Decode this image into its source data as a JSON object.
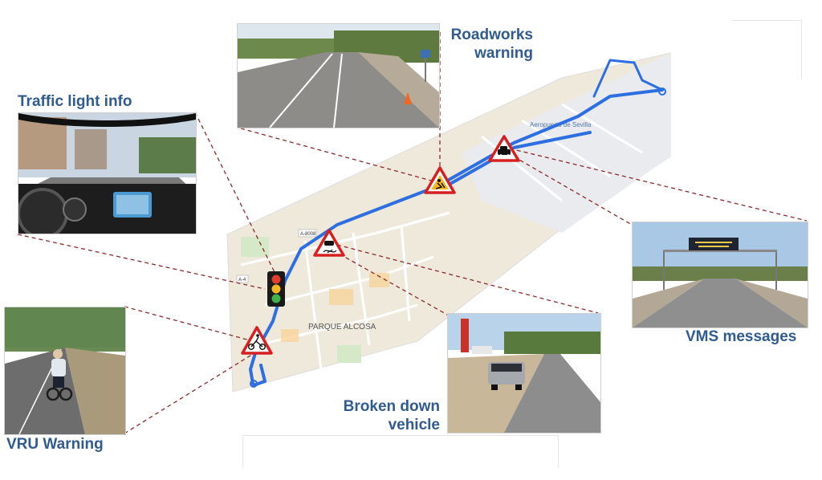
{
  "callouts": {
    "traffic_light": "Traffic light info",
    "roadworks_line1": "Roadworks",
    "roadworks_line2": "warning",
    "vms": "VMS messages",
    "broken_line1": "Broken down",
    "broken_line2": "vehicle",
    "vru": "VRU Warning"
  },
  "map_labels": {
    "district": "PARQUE ALCOSA",
    "airport": "Aeropuerto de Sevilla",
    "road1": "A-8008",
    "road2": "A-4"
  },
  "colors": {
    "callout_text": "#2f5b8f",
    "route": "#2d6fe0",
    "leader_line": "#8b2a2a",
    "sign_border": "#d62020",
    "map_bg": "#efe9dc"
  },
  "icons": [
    "roadworks-sign-icon",
    "car-sign-icon",
    "slippery-road-sign-icon",
    "cyclist-sign-icon",
    "traffic-light-icon"
  ]
}
